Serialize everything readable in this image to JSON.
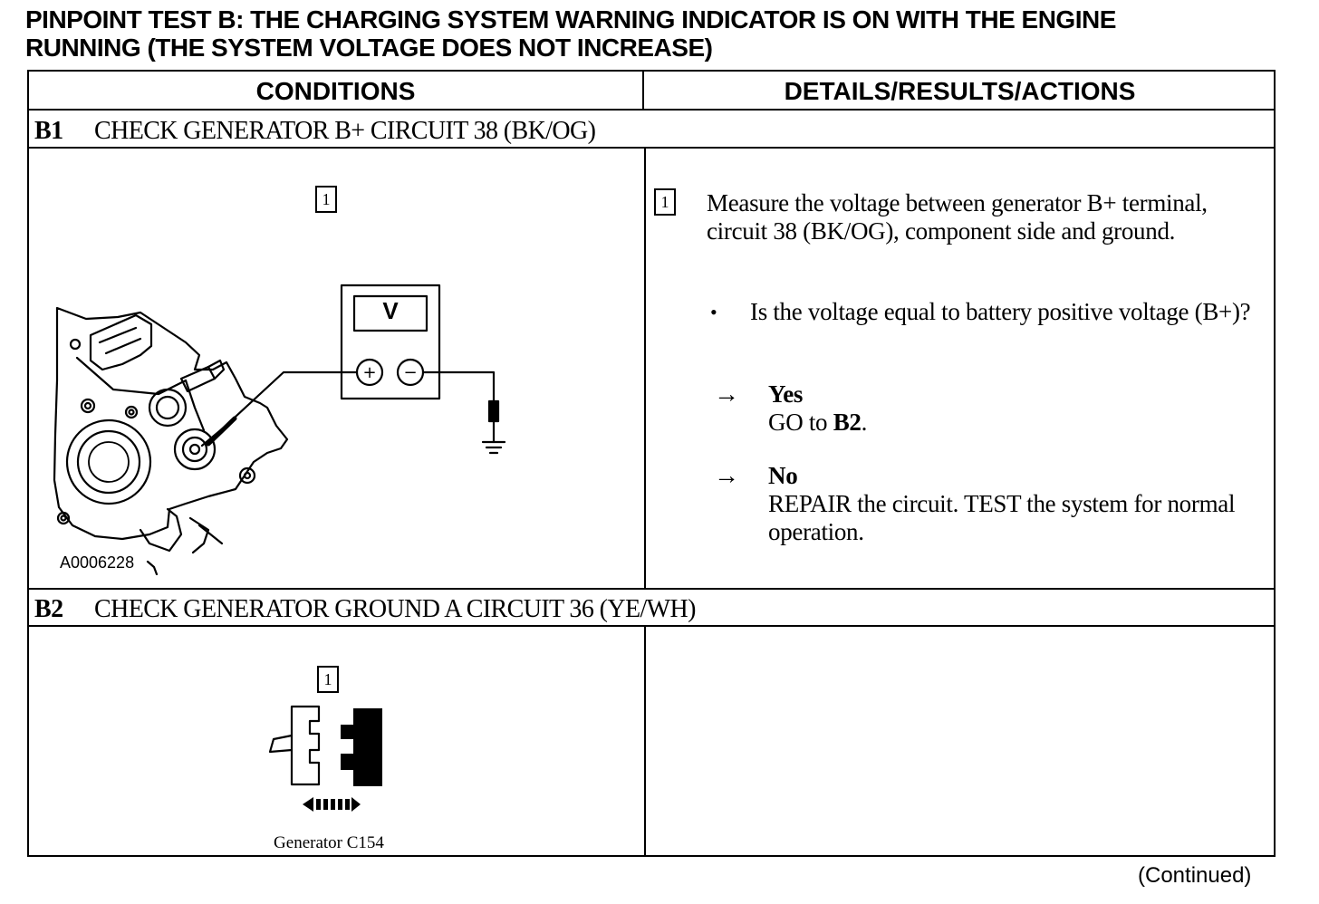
{
  "title": {
    "line1": "PINPOINT TEST B:  THE CHARGING SYSTEM WARNING INDICATOR IS ON WITH THE ENGINE",
    "line2": "RUNNING (THE SYSTEM VOLTAGE DOES NOT INCREASE)"
  },
  "columns": {
    "conditions": "CONDITIONS",
    "details": "DETAILS/RESULTS/ACTIONS"
  },
  "steps": [
    {
      "code": "B1",
      "title": "CHECK GENERATOR B+ CIRCUIT 38 (BK/OG)",
      "figure_step": "1",
      "voltmeter_label": "V",
      "plus_sign": "+",
      "minus_sign": "−",
      "figure_id": "A0006228",
      "instruction_step": "1",
      "instruction": "Measure the voltage between generator B+ terminal, circuit 38 (BK/OG), component side and ground.",
      "question_bullet": "•",
      "question": "Is the voltage equal to battery positive voltage (B+)?",
      "arrow": "→",
      "yes_label": "Yes",
      "yes_action_prefix": "GO to",
      "yes_action_target": "B2",
      "yes_action_suffix": ".",
      "no_label": "No",
      "no_action": "REPAIR the circuit. TEST the system for normal operation."
    },
    {
      "code": "B2",
      "title": "CHECK GENERATOR GROUND A CIRCUIT 36 (YE/WH)",
      "figure_step": "1",
      "connector_label": "Generator C154"
    }
  ],
  "footer": {
    "continued": "(Continued)"
  }
}
